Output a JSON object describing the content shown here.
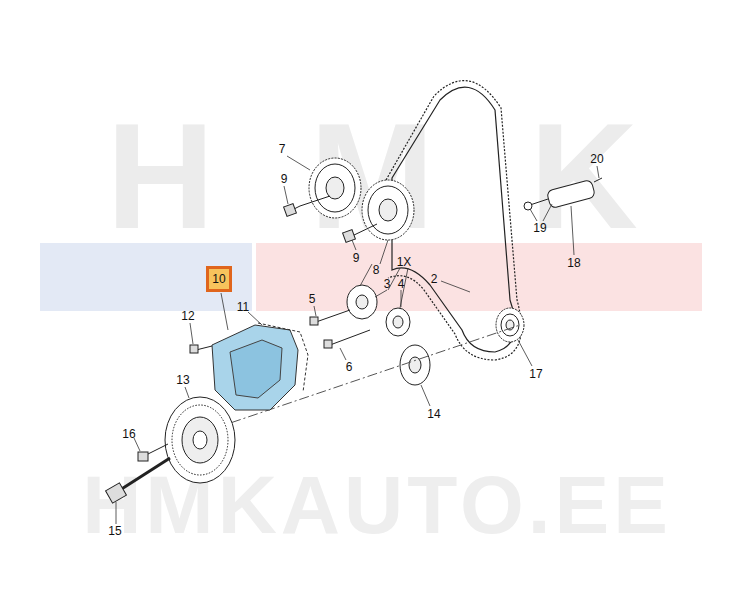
{
  "diagram": {
    "nodes": [
      {
        "text": [
          "10"
        ]
      }
    ],
    "labels": [
      "7",
      "9",
      "20",
      "19",
      "18",
      "9",
      "8",
      "1X",
      "2",
      "5",
      "3",
      "4",
      "11",
      "12",
      "6",
      "17",
      "13",
      "14",
      "16",
      "15",
      "HMK",
      "AUTO",
      "HMKAUTO.EE"
    ]
  }
}
